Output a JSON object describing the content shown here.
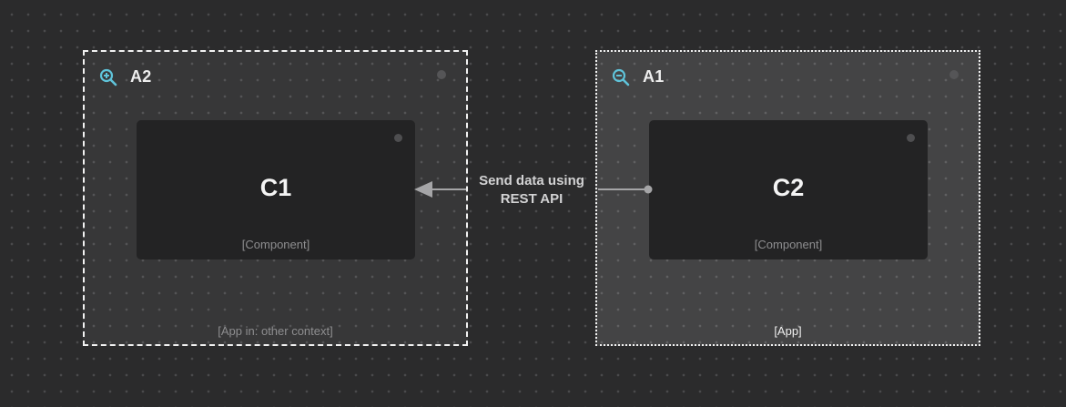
{
  "groups": [
    {
      "title": "A2",
      "icon": "zoom-in-icon",
      "type_label": "[App in: other context]",
      "component": {
        "title": "C1",
        "type_label": "[Component]"
      }
    },
    {
      "title": "A1",
      "icon": "zoom-out-icon",
      "type_label": "[App]",
      "component": {
        "title": "C2",
        "type_label": "[Component]"
      }
    }
  ],
  "edge": {
    "from": "C2",
    "to": "C1",
    "label_line1": "Send data using",
    "label_line2": "REST API"
  },
  "colors": {
    "background": "#2b2b2c",
    "accent_icon": "#5fc3d9",
    "edge": "#a5a5a7",
    "border": "#f2f2f2"
  }
}
